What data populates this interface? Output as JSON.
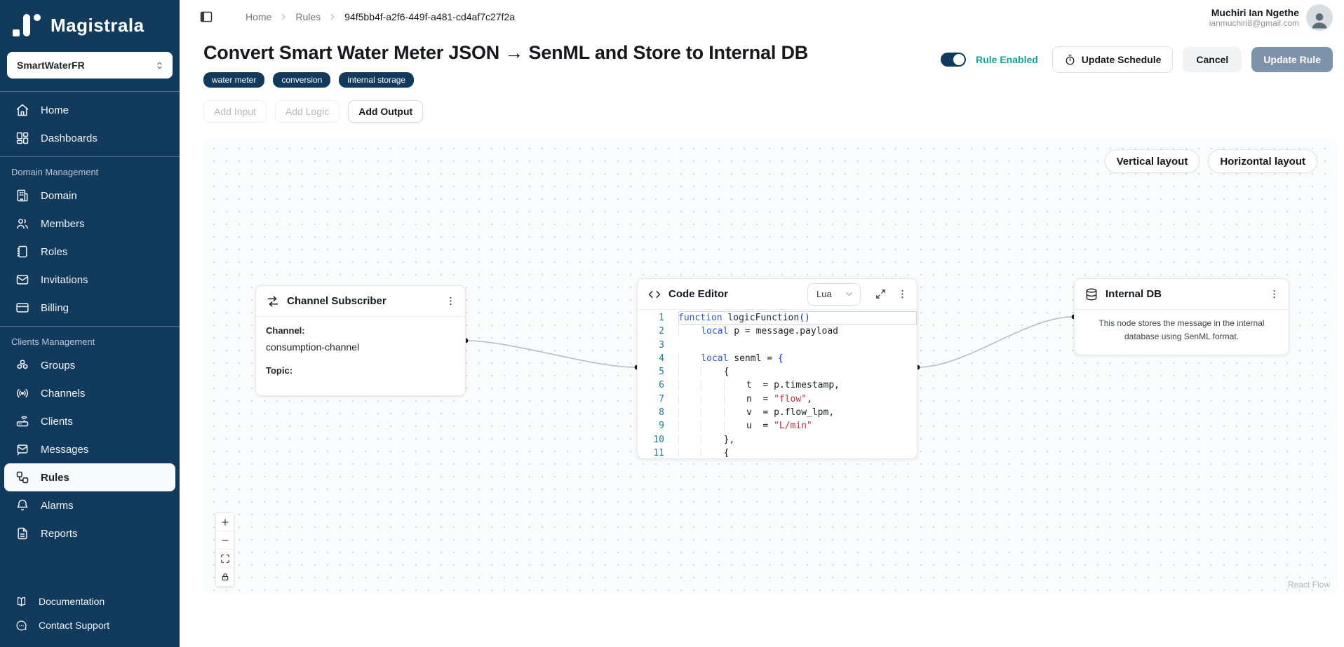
{
  "brand": {
    "name": "Magistrala"
  },
  "workspace": {
    "selected": "SmartWaterFR"
  },
  "sidebar": {
    "sections": [
      {
        "label": "",
        "items": [
          {
            "label": "Home",
            "icon": "home-icon"
          },
          {
            "label": "Dashboards",
            "icon": "dashboards-icon"
          }
        ]
      },
      {
        "label": "Domain Management",
        "items": [
          {
            "label": "Domain",
            "icon": "domain-icon"
          },
          {
            "label": "Members",
            "icon": "members-icon"
          },
          {
            "label": "Roles",
            "icon": "roles-icon"
          },
          {
            "label": "Invitations",
            "icon": "invitations-icon"
          },
          {
            "label": "Billing",
            "icon": "billing-icon"
          }
        ]
      },
      {
        "label": "Clients Management",
        "items": [
          {
            "label": "Groups",
            "icon": "groups-icon"
          },
          {
            "label": "Channels",
            "icon": "channels-icon"
          },
          {
            "label": "Clients",
            "icon": "clients-icon"
          },
          {
            "label": "Messages",
            "icon": "messages-icon"
          },
          {
            "label": "Rules",
            "icon": "rules-icon",
            "active": true
          },
          {
            "label": "Alarms",
            "icon": "alarms-icon"
          },
          {
            "label": "Reports",
            "icon": "reports-icon"
          }
        ]
      }
    ],
    "footer": [
      {
        "label": "Documentation",
        "icon": "documentation-icon"
      },
      {
        "label": "Contact Support",
        "icon": "contact-support-icon"
      }
    ]
  },
  "breadcrumb": [
    "Home",
    "Rules",
    "94f5bb4f-a2f6-449f-a481-cd4af7c27f2a"
  ],
  "user": {
    "name": "Muchiri Ian Ngethe",
    "email": "ianmuchiri8@gmail.com"
  },
  "header": {
    "title": "Convert Smart Water Meter JSON → SenML and Store to Internal DB",
    "tags": [
      "water meter",
      "conversion",
      "internal storage"
    ],
    "rule_toggle_label": "Rule Enabled",
    "toggle_state": "on",
    "update_schedule_label": "Update Schedule",
    "cancel_label": "Cancel",
    "update_rule_label": "Update Rule"
  },
  "toolbar": {
    "buttons": [
      {
        "label": "Add Input",
        "enabled": false
      },
      {
        "label": "Add Logic",
        "enabled": false
      },
      {
        "label": "Add Output",
        "enabled": true
      }
    ]
  },
  "canvas": {
    "layout_buttons": [
      "Vertical layout",
      "Horizontal layout"
    ],
    "attribution": "React Flow",
    "channel_subscriber": {
      "title": "Channel Subscriber",
      "channel_label": "Channel:",
      "channel_value": "consumption-channel",
      "topic_label": "Topic:",
      "topic_value": ""
    },
    "code_editor": {
      "title": "Code Editor",
      "language": "Lua",
      "code_lines": [
        {
          "n": "1",
          "ind": 0,
          "active": true,
          "tokens": [
            [
              "k",
              "function"
            ],
            [
              "p",
              " "
            ],
            [
              "f",
              "logicFunction"
            ],
            [
              "b",
              "()"
            ]
          ]
        },
        {
          "n": "2",
          "ind": 1,
          "tokens": [
            [
              "k",
              "local"
            ],
            [
              "p",
              " p = message.payload"
            ]
          ]
        },
        {
          "n": "3",
          "ind": 0,
          "tokens": []
        },
        {
          "n": "4",
          "ind": 1,
          "tokens": [
            [
              "k",
              "local"
            ],
            [
              "p",
              " senml = "
            ],
            [
              "b",
              "{"
            ]
          ]
        },
        {
          "n": "5",
          "ind": 2,
          "tokens": [
            [
              "p",
              "{"
            ]
          ]
        },
        {
          "n": "6",
          "ind": 3,
          "tokens": [
            [
              "p",
              "t  = p.timestamp,"
            ]
          ]
        },
        {
          "n": "7",
          "ind": 3,
          "tokens": [
            [
              "p",
              "n  = "
            ],
            [
              "s",
              "\"flow\""
            ],
            [
              "p",
              ","
            ]
          ]
        },
        {
          "n": "8",
          "ind": 3,
          "tokens": [
            [
              "p",
              "v  = p.flow_lpm,"
            ]
          ]
        },
        {
          "n": "9",
          "ind": 3,
          "tokens": [
            [
              "p",
              "u  = "
            ],
            [
              "s",
              "\"L/min\""
            ]
          ]
        },
        {
          "n": "10",
          "ind": 2,
          "tokens": [
            [
              "p",
              "},"
            ]
          ]
        },
        {
          "n": "11",
          "ind": 2,
          "tokens": [
            [
              "p",
              "{"
            ]
          ]
        }
      ]
    },
    "internal_db": {
      "title": "Internal DB",
      "description": "This node stores the message in the internal database using SenML format."
    }
  },
  "colors": {
    "sidebar_navy": "#123a5c",
    "toggle_label_teal": "#13a294",
    "update_rule_bg": "#7e93a9",
    "edge_gray": "#b6b8bd",
    "canvas_bg": "#fafbfc"
  }
}
